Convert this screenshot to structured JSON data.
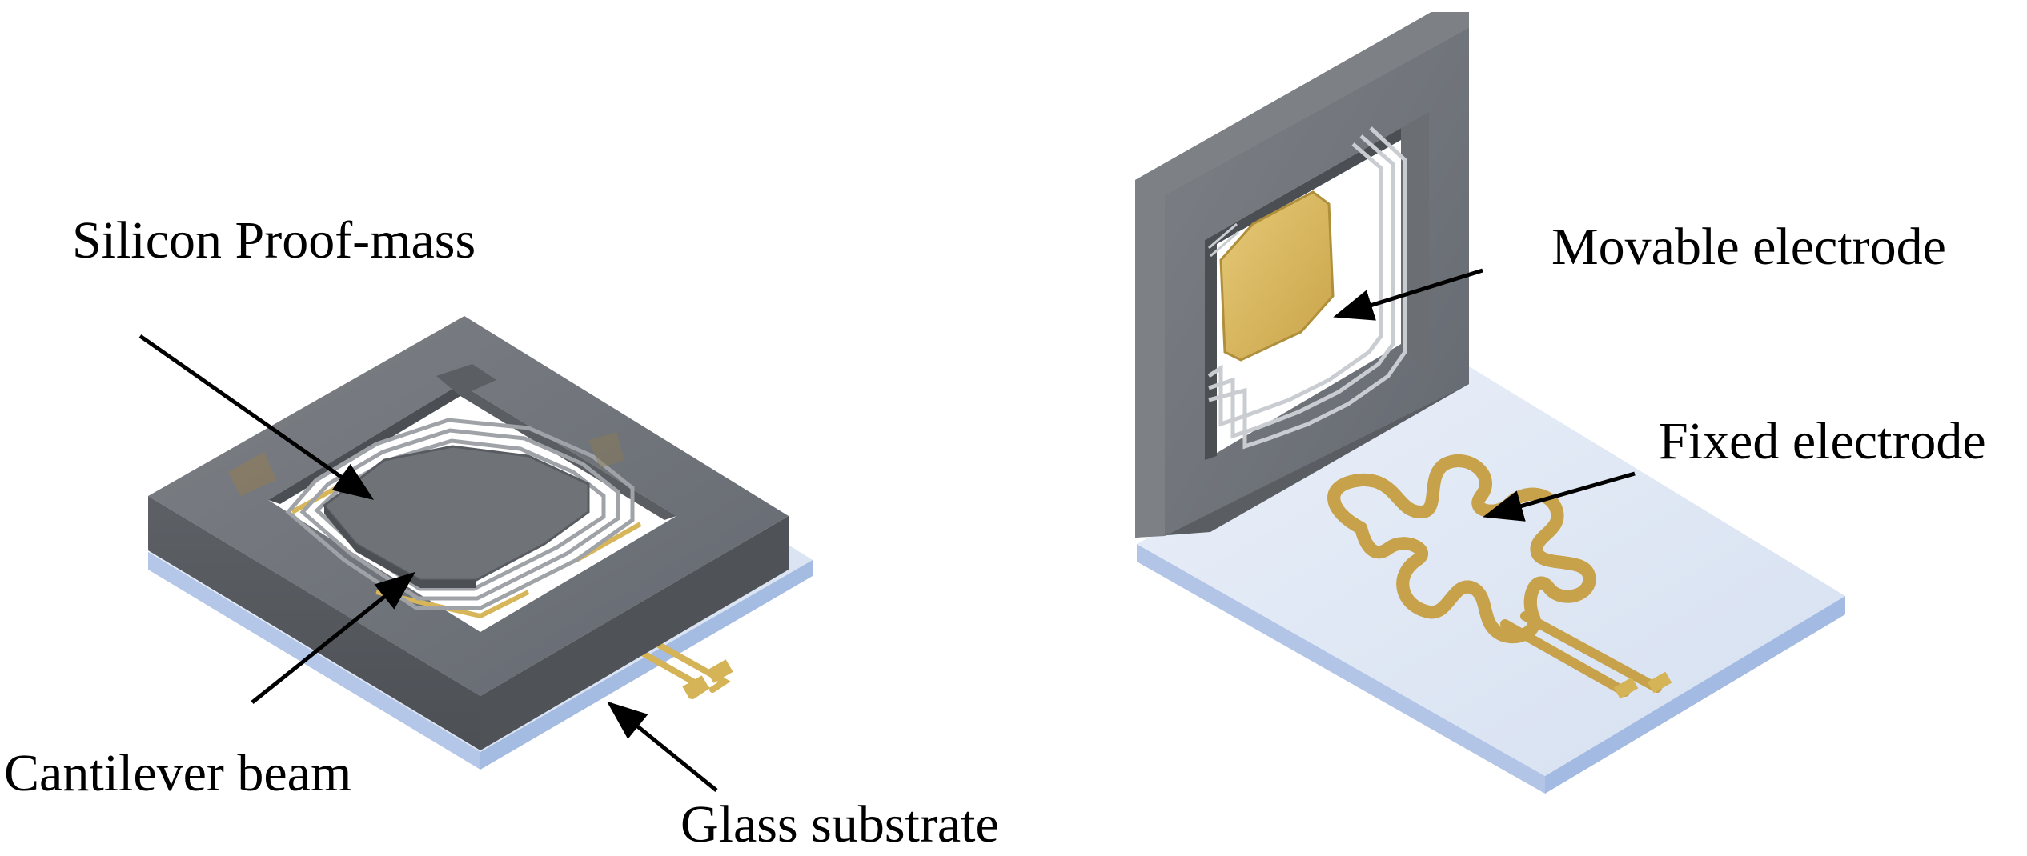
{
  "labels": {
    "proof_mass": "Silicon Proof-mass",
    "cantilever": "Cantilever beam",
    "glass": "Glass substrate",
    "movable": "Movable electrode",
    "fixed": "Fixed electrode"
  },
  "colors": {
    "silicon": "#6e7277",
    "silicon_dark": "#55595e",
    "silicon_light": "#8a8e93",
    "glass": "#dfe8f5",
    "glass_edge": "#a9bfe4",
    "gold": "#d9b85a",
    "gold_dark": "#a88a35",
    "arrow": "#000000"
  }
}
